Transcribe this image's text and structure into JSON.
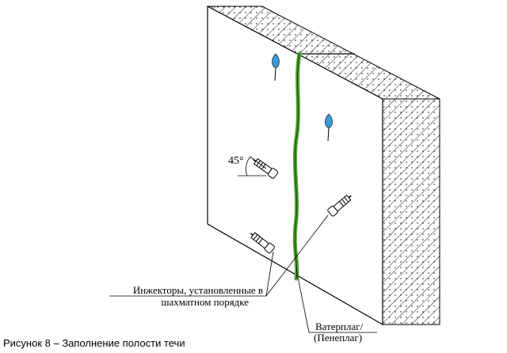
{
  "diagram": {
    "angle_label": "45°",
    "injector_label": {
      "line1": "Инжекторы, установленные в",
      "line2": "шахматном порядке"
    },
    "sealant_label": {
      "line1": "Ватерплаг/",
      "line2": "(Пенеплаг)"
    },
    "figure_caption": "Рисунок 8 – Заполнение полости течи"
  },
  "colors": {
    "crack": "#4aa02c",
    "droplet": "#3a9ad9",
    "lines": "#000000"
  }
}
